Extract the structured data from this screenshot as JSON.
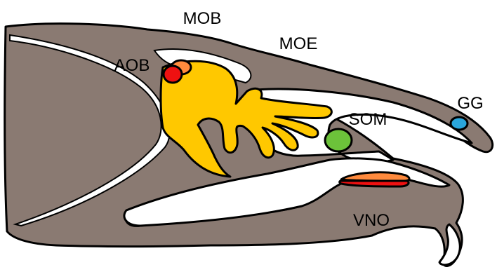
{
  "diagram": {
    "labels": {
      "mob": "MOB",
      "moe": "MOE",
      "aob": "AOB",
      "som": "SOM",
      "gg": "GG",
      "vno": "VNO"
    },
    "colors": {
      "tissue": "#8a7a72",
      "outline": "#000000",
      "background": "#ffffff",
      "turbinates": "#ffc800",
      "aob_anterior": "#ff8a3d",
      "aob_posterior": "#ee1111",
      "som": "#6cc23a",
      "gg": "#2aa6dc",
      "vno_upper": "#ff8a3d",
      "vno_lower": "#ee1111",
      "incisor": "#ffffff"
    }
  }
}
